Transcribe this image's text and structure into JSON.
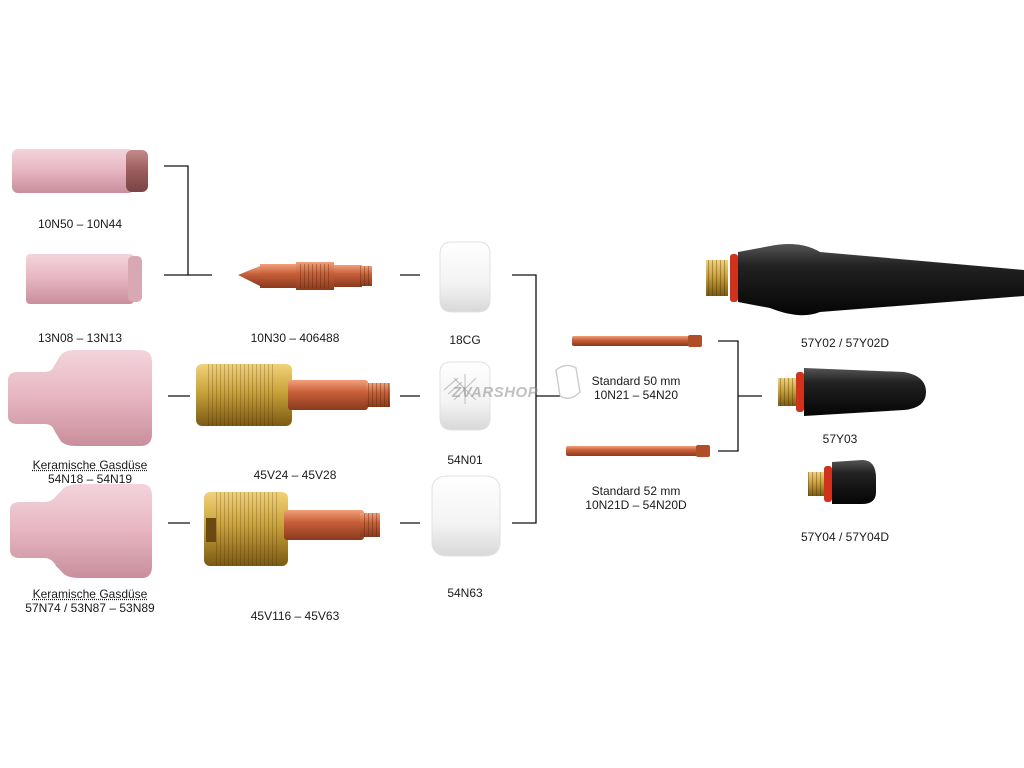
{
  "parts": {
    "nozzle_a": {
      "code": "10N50 – 10N44"
    },
    "nozzle_b": {
      "code": "13N08 – 13N13"
    },
    "nozzle_c": {
      "title": "Keramische Gasdüse",
      "code": "54N18 – 54N19"
    },
    "nozzle_d": {
      "title": "Keramische Gasdüse",
      "code": "57N74 / 53N87 – 53N89"
    },
    "collet_body": {
      "code": "10N30 – 406488"
    },
    "gas_lens_a": {
      "code": "45V24 – 45V28"
    },
    "gas_lens_b": {
      "code": "45V116 – 45V63"
    },
    "insulator_a": {
      "code": "18CG"
    },
    "insulator_b": {
      "code": "54N01"
    },
    "insulator_c": {
      "code": "54N63"
    },
    "collet_50": {
      "title": "Standard 50 mm",
      "code": "10N21 – 54N20"
    },
    "collet_52": {
      "title": "Standard 52 mm",
      "code": "10N21D – 54N20D"
    },
    "torch_head": {
      "code": "57Y02 / 57Y02D"
    },
    "cap_long": {
      "code": "57Y03"
    },
    "cap_short": {
      "code": "57Y04 / 57Y04D"
    }
  },
  "watermark": "ZVARSHOP",
  "colors": {
    "ceramic_pink": "#e8b8c4",
    "ceramic_dark": "#b07a84",
    "copper": "#c8603a",
    "brass": "#c9a23a",
    "white_insulator": "#f4f4f4",
    "black_cap": "#1b1b1b",
    "red_oring": "#d0321e",
    "line": "#111111"
  }
}
